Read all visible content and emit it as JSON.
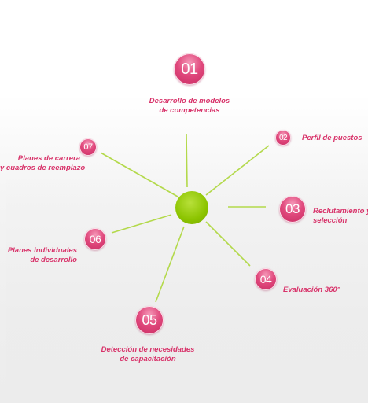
{
  "diagram": {
    "center_color": "#8cc400",
    "line_color": "#b3d94a",
    "node_color": "#e0487c",
    "label_color": "#d8336a",
    "nodes": [
      {
        "num": "01",
        "label_lines": [
          "Desarrollo de modelos",
          "de competencias"
        ]
      },
      {
        "num": "02",
        "label_lines": [
          "Perfil de puestos"
        ]
      },
      {
        "num": "03",
        "label_lines": [
          "Reclutamiento y",
          "selección"
        ]
      },
      {
        "num": "04",
        "label_lines": [
          "Evaluación 360°"
        ]
      },
      {
        "num": "05",
        "label_lines": [
          "Detección de necesidades",
          "de capacitación"
        ]
      },
      {
        "num": "06",
        "label_lines": [
          "Planes individuales",
          "de desarrollo"
        ]
      },
      {
        "num": "07",
        "label_lines": [
          "Planes de carrera",
          "y cuadros de reemplazo"
        ]
      }
    ]
  }
}
